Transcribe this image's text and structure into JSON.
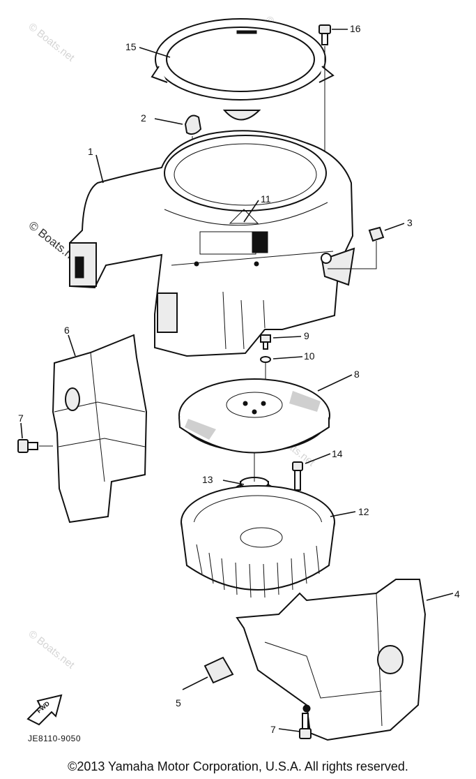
{
  "callouts": {
    "p1": "1",
    "p2": "2",
    "p3": "3",
    "p4": "4",
    "p5": "5",
    "p6": "6",
    "p7a": "7",
    "p7b": "7",
    "p8": "8",
    "p9": "9",
    "p10": "10",
    "p11": "11",
    "p12": "12",
    "p13": "13",
    "p14": "14",
    "p15": "15",
    "p16": "16"
  },
  "fwd_label": "FWD",
  "diagram_code": "JE8110-9050",
  "watermark": "© Boats.net",
  "copyright": "©2013 Yamaha Motor Corporation, U.S.A. All rights reserved."
}
